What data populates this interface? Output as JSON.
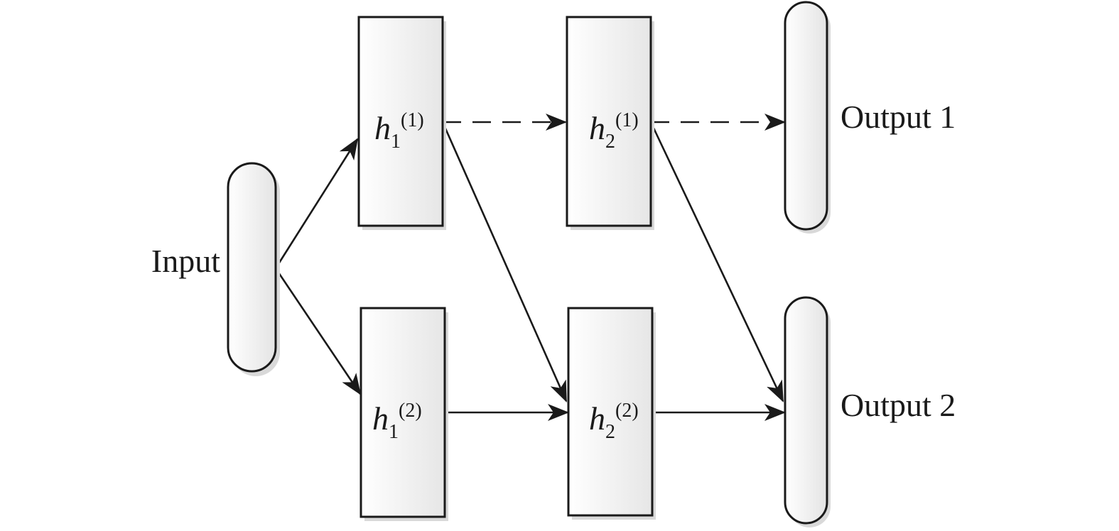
{
  "input": {
    "label": "Input"
  },
  "outputs": [
    {
      "label": "Output 1"
    },
    {
      "label": "Output 2"
    }
  ],
  "hidden": [
    {
      "id": "h11",
      "base": "h",
      "sub": "1",
      "sup": "(1)"
    },
    {
      "id": "h21",
      "base": "h",
      "sub": "2",
      "sup": "(1)"
    },
    {
      "id": "h12",
      "base": "h",
      "sub": "1",
      "sup": "(2)"
    },
    {
      "id": "h22",
      "base": "h",
      "sub": "2",
      "sup": "(2)"
    }
  ],
  "edges": [
    {
      "from": "input",
      "to": "h11",
      "style": "solid"
    },
    {
      "from": "input",
      "to": "h12",
      "style": "solid"
    },
    {
      "from": "h11",
      "to": "h21",
      "style": "dashed"
    },
    {
      "from": "h21",
      "to": "output1",
      "style": "dashed"
    },
    {
      "from": "h11",
      "to": "h22",
      "style": "solid"
    },
    {
      "from": "h21",
      "to": "output2",
      "style": "solid"
    },
    {
      "from": "h12",
      "to": "h22",
      "style": "solid"
    },
    {
      "from": "h22",
      "to": "output2",
      "style": "solid"
    }
  ]
}
